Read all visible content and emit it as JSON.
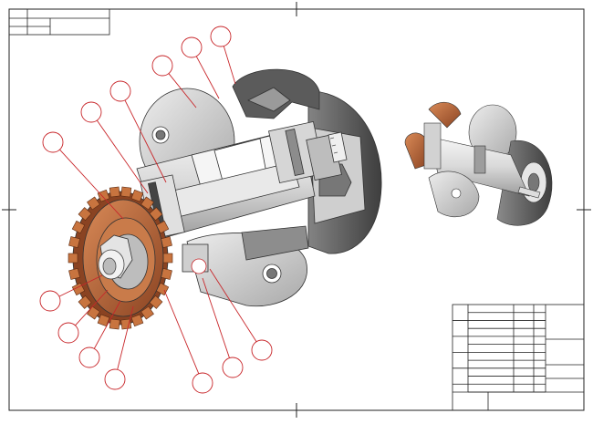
{
  "drawing": {
    "kind": "technical-assembly-section",
    "line_color": "#222222",
    "balloon_color": "#c8262a",
    "gear_color": "#c8743f",
    "gear_dark": "#8a4322",
    "metal_light": "#e8e8e8",
    "metal_mid": "#b9b9b9",
    "metal_dark": "#5a5a5a",
    "balloon_count": 14,
    "balloon_labels": []
  },
  "title_block": {
    "present": true,
    "rows": 11,
    "text": []
  },
  "corner_table": {
    "present": true,
    "text": []
  }
}
